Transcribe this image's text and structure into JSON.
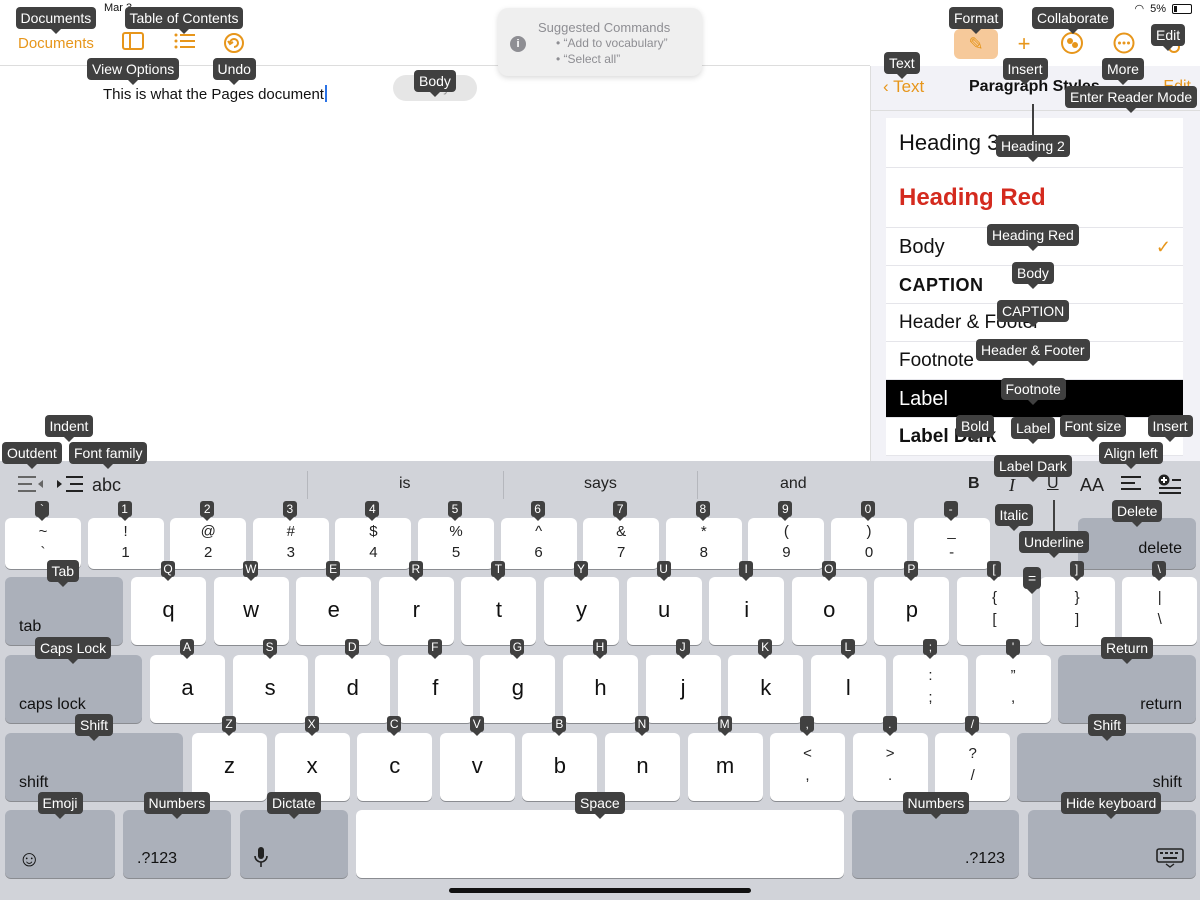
{
  "status": {
    "date": "Mar 3",
    "battery": "5%"
  },
  "toolbar": {
    "documents_label": "Documents",
    "view_options_icon": "sidebar-icon",
    "toc_icon": "list-icon",
    "undo_icon": "undo-icon",
    "format_icon": "paintbrush-icon",
    "insert_icon": "plus-icon",
    "collaborate_icon": "collaborate-icon",
    "more_icon": "ellipsis-icon",
    "reader_icon": "reader-mode-icon",
    "accent_color": "#e7961b"
  },
  "document": {
    "text": "This is what the Pages document",
    "pill_text": "Body"
  },
  "suggestions": {
    "title": "Suggested Commands",
    "items": [
      "• “Add to vocabulary”",
      "• “Select all”"
    ]
  },
  "panel": {
    "back_label": "Text",
    "title": "Paragraph Styles",
    "edit_label": "Edit",
    "styles": [
      "Heading 3",
      "Heading Red",
      "Body",
      "CAPTION",
      "Header & Footer",
      "Footnote",
      "Label",
      "Label Dark"
    ],
    "selected": "Body",
    "highlighted": "Label"
  },
  "shortcut_bar": {
    "outdent_icon": "outdent-icon",
    "indent_icon": "indent-icon",
    "font_family": "abc",
    "predictions": [
      "is",
      "says",
      "and"
    ],
    "bold": "B",
    "italic": "I",
    "underline": "U",
    "font_size": "AA",
    "align_icon": "align-left-icon",
    "insert_icon": "insert-icon"
  },
  "keyboard": {
    "row1": [
      {
        "up": "~",
        "dn": "`"
      },
      {
        "up": "!",
        "dn": "1"
      },
      {
        "up": "@",
        "dn": "2"
      },
      {
        "up": "#",
        "dn": "3"
      },
      {
        "up": "$",
        "dn": "4"
      },
      {
        "up": "%",
        "dn": "5"
      },
      {
        "up": "^",
        "dn": "6"
      },
      {
        "up": "&",
        "dn": "7"
      },
      {
        "up": "*",
        "dn": "8"
      },
      {
        "up": "(",
        "dn": "9"
      },
      {
        "up": ")",
        "dn": "0"
      },
      {
        "up": "_",
        "dn": "-"
      }
    ],
    "row2": [
      "q",
      "w",
      "e",
      "r",
      "t",
      "y",
      "u",
      "i",
      "o",
      "p"
    ],
    "row2_extra": [
      {
        "up": "{",
        "dn": "["
      },
      {
        "up": "}",
        "dn": "]"
      },
      {
        "up": "|",
        "dn": "\\"
      }
    ],
    "row3": [
      "a",
      "s",
      "d",
      "f",
      "g",
      "h",
      "j",
      "k",
      "l"
    ],
    "row3_extra": [
      {
        "up": ":",
        "dn": ";"
      },
      {
        "up": "”",
        "dn": ","
      }
    ],
    "row4": [
      "z",
      "x",
      "c",
      "v",
      "b",
      "n",
      "m"
    ],
    "row4_extra": [
      {
        "up": "<",
        "dn": ","
      },
      {
        "up": ">",
        "dn": "."
      },
      {
        "up": "?",
        "dn": "/"
      }
    ],
    "delete": "delete",
    "tab": "tab",
    "caps": "caps lock",
    "return": "return",
    "shift": "shift",
    "numbers": ".?123",
    "emoji_icon": "emoji-icon",
    "mic_icon": "microphone-icon",
    "hide_icon": "keyboard-hide-icon"
  },
  "tooltips": {
    "documents": "Documents",
    "toc": "Table of Contents",
    "view_options": "View Options",
    "undo": "Undo",
    "body": "Body",
    "format": "Format",
    "collaborate": "Collaborate",
    "edit": "Edit",
    "text": "Text",
    "insert": "Insert",
    "more": "More",
    "reader": "Enter Reader Mode",
    "heading2": "Heading 2",
    "heading_red": "Heading Red",
    "body_style": "Body",
    "caption": "CAPTION",
    "header_footer": "Header & Footer",
    "footnote": "Footnote",
    "label": "Label",
    "label_dark": "Label Dark",
    "indent": "Indent",
    "outdent": "Outdent",
    "font_family": "Font family",
    "bold": "Bold",
    "font_size": "Font size",
    "insert2": "Insert",
    "align_left": "Align left",
    "italic": "Italic",
    "delete": "Delete",
    "underline": "Underline",
    "equals": "=",
    "tab": "Tab",
    "caps_lock": "Caps Lock",
    "return": "Return",
    "shift_l": "Shift",
    "shift_r": "Shift",
    "emoji": "Emoji",
    "numbers_l": "Numbers",
    "dictate": "Dictate",
    "space": "Space",
    "numbers_r": "Numbers",
    "hide_keyboard": "Hide keyboard",
    "key_row1": [
      "`",
      "1",
      "2",
      "3",
      "4",
      "5",
      "6",
      "7",
      "8",
      "9",
      "0",
      "-"
    ],
    "key_row2": [
      "Q",
      "W",
      "E",
      "R",
      "T",
      "Y",
      "U",
      "I",
      "O",
      "P",
      "[",
      "]",
      "\\"
    ],
    "key_row3": [
      "A",
      "S",
      "D",
      "F",
      "G",
      "H",
      "J",
      "K",
      "L",
      ";",
      "'"
    ],
    "key_row4": [
      "Z",
      "X",
      "C",
      "V",
      "B",
      "N",
      "M",
      ",",
      ".",
      "/"
    ]
  }
}
